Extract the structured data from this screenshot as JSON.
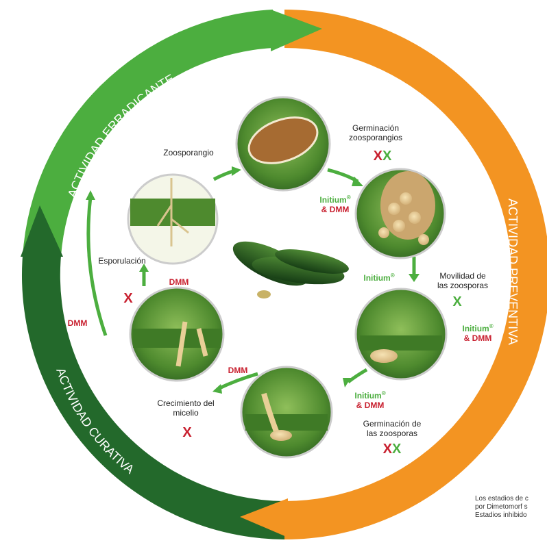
{
  "arcs": {
    "erradicante": "ACTIVIDAD ERRADICANTE",
    "preventiva": "ACTIVIDAD PREVENTIVA",
    "curativa": "ACTIVIDAD CURATIVA",
    "colors": {
      "light_green": "#4cae3f",
      "orange": "#f39422",
      "dark_green": "#23692b",
      "red_text": "#c8202f"
    }
  },
  "stages": {
    "zoosporangio": "Zoosporangio",
    "germinacion_zoosporangios": [
      "Germinación",
      "zoosporangios"
    ],
    "movilidad": [
      "Movilidad de",
      "las zoosporas"
    ],
    "germinacion_zoosporas": [
      "Germinación de",
      "las zoosporas"
    ],
    "crecimiento": [
      "Crecimiento del",
      "micelio"
    ],
    "esporulacion": "Esporulación"
  },
  "marks": {
    "x": "X",
    "initium": "Initium",
    "reg": "®",
    "and_dmm": "& DMM",
    "dmm": "DMM"
  },
  "footnote": [
    "Los estadios de c",
    "por Dimetomorf s",
    "Estadios inhibido"
  ]
}
